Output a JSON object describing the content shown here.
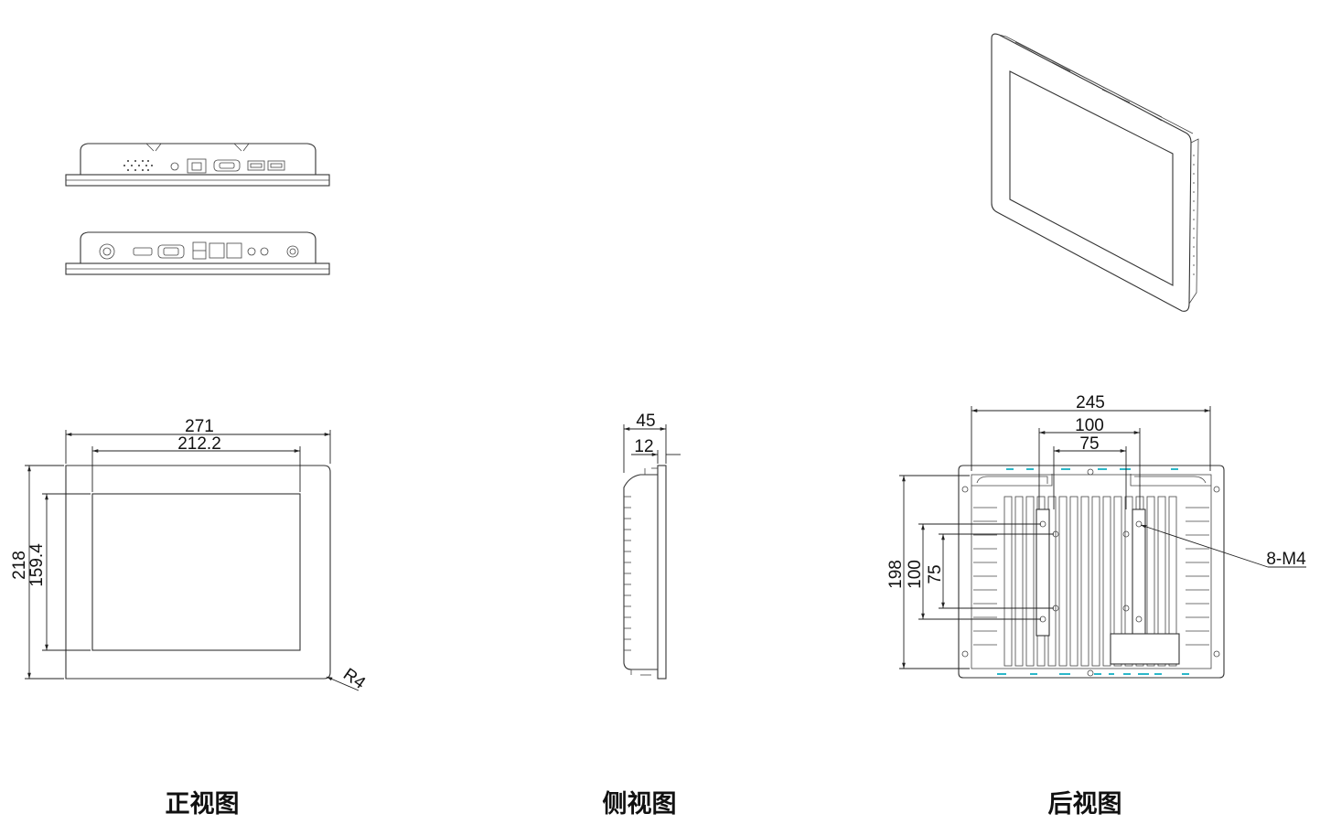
{
  "front_view": {
    "dims": {
      "width_outer": "271",
      "width_inner": "212.2",
      "height_outer": "218",
      "height_inner": "159.4",
      "corner_radius": "R4"
    },
    "caption": "正视图"
  },
  "side_view": {
    "dims": {
      "depth": "45",
      "bezel": "12"
    },
    "caption": "侧视图"
  },
  "rear_view": {
    "dims": {
      "width": "245",
      "vesa_100": "100",
      "vesa_75": "75",
      "height": "198",
      "vesa_v100": "100",
      "vesa_v75": "75",
      "screws": "8-M4"
    },
    "caption": "后视图"
  },
  "colors": {
    "line": "#333333",
    "accent": "#2bb7c9"
  }
}
